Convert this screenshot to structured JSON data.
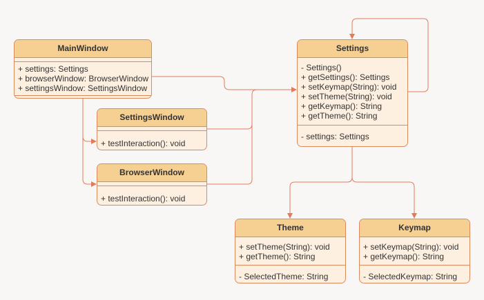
{
  "colors": {
    "background": "#f8f7f6",
    "header_fill": "#f6cf93",
    "body_fill": "#fdf0e0",
    "border": "#d98b5e",
    "edge": "#e07b5b",
    "text": "#333333"
  },
  "classes": {
    "main_window": {
      "name": "MainWindow",
      "members": [
        "+ settings: Settings",
        "+ browserWindow: BrowserWindow",
        "+ settingsWindow: SettingsWindow"
      ]
    },
    "settings_window": {
      "name": "SettingsWindow",
      "members": [
        "+ testInteraction(): void"
      ]
    },
    "browser_window": {
      "name": "BrowserWindow",
      "members": [
        "+ testInteraction(): void"
      ]
    },
    "settings": {
      "name": "Settings",
      "methods": [
        "- Settings()",
        "+ getSettings(): Settings",
        "+ setKeymap(String): void",
        "+ setTheme(String): void",
        "+ getKeymap(): String",
        "+ getTheme(): String"
      ],
      "fields": [
        "- settings: Settings"
      ]
    },
    "theme": {
      "name": "Theme",
      "methods": [
        "+ setTheme(String): void",
        "+ getTheme(): String"
      ],
      "fields": [
        "- SelectedTheme: String"
      ]
    },
    "keymap": {
      "name": "Keymap",
      "methods": [
        "+ setKeymap(String): void",
        "+ getKeymap(): String"
      ],
      "fields": [
        "- SelectedKeymap: String"
      ]
    }
  }
}
